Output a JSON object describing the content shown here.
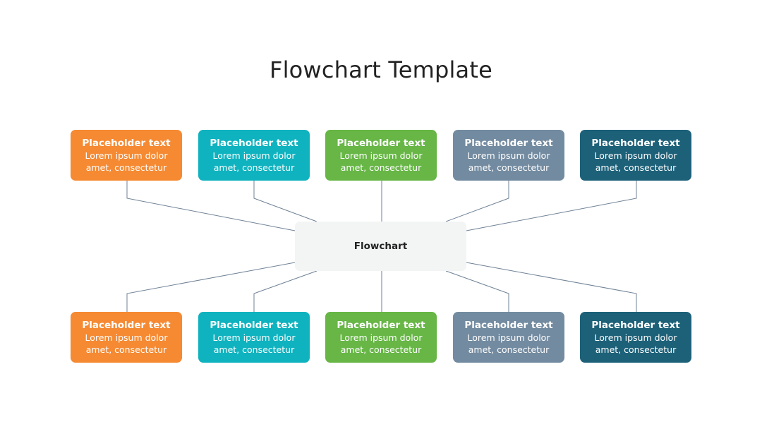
{
  "title": "Flowchart Template",
  "center_label": "Flowchart",
  "colors": {
    "orange": "#f58a33",
    "teal": "#0fb3bf",
    "green": "#67b646",
    "slate": "#738ba0",
    "navy": "#1d6179",
    "connector": "#6f8296",
    "center_bg": "#f3f4f4"
  },
  "top_row": [
    {
      "heading": "Placeholder text",
      "line1": "Lorem ipsum dolor",
      "line2": "amet, consectetur",
      "color": "orange"
    },
    {
      "heading": "Placeholder text",
      "line1": "Lorem ipsum dolor",
      "line2": "amet, consectetur",
      "color": "teal"
    },
    {
      "heading": "Placeholder text",
      "line1": "Lorem ipsum dolor",
      "line2": "amet, consectetur",
      "color": "green"
    },
    {
      "heading": "Placeholder text",
      "line1": "Lorem ipsum dolor",
      "line2": "amet, consectetur",
      "color": "slate"
    },
    {
      "heading": "Placeholder text",
      "line1": "Lorem ipsum dolor",
      "line2": "amet, consectetur",
      "color": "navy"
    }
  ],
  "bottom_row": [
    {
      "heading": "Placeholder text",
      "line1": "Lorem ipsum dolor",
      "line2": "amet, consectetur",
      "color": "orange"
    },
    {
      "heading": "Placeholder text",
      "line1": "Lorem ipsum dolor",
      "line2": "amet, consectetur",
      "color": "teal"
    },
    {
      "heading": "Placeholder text",
      "line1": "Lorem ipsum dolor",
      "line2": "amet, consectetur",
      "color": "green"
    },
    {
      "heading": "Placeholder text",
      "line1": "Lorem ipsum dolor",
      "line2": "amet, consectetur",
      "color": "slate"
    },
    {
      "heading": "Placeholder text",
      "line1": "Lorem ipsum dolor",
      "line2": "amet, consectetur",
      "color": "navy"
    }
  ]
}
